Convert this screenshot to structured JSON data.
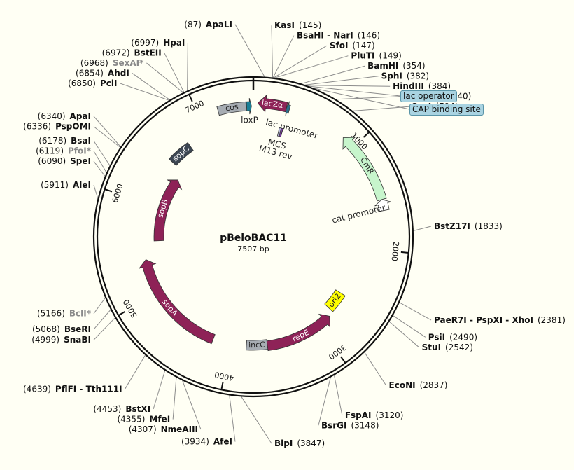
{
  "plasmid": {
    "name": "pBeloBAC11",
    "length_label": "7507 bp",
    "total_bp": 7507
  },
  "scale_ticks": [
    {
      "label": "1000",
      "bp": 1000
    },
    {
      "label": "2000",
      "bp": 2000
    },
    {
      "label": "3000",
      "bp": 3000
    },
    {
      "label": "4000",
      "bp": 4000
    },
    {
      "label": "5000",
      "bp": 5000
    },
    {
      "label": "6000",
      "bp": 6000
    },
    {
      "label": "7000",
      "bp": 7000
    }
  ],
  "features": [
    {
      "name": "cos",
      "start": 7180,
      "end": 7440,
      "strand": 0,
      "color": "#a7adb3",
      "label_color": "dark"
    },
    {
      "name": "loxP",
      "start": 7445,
      "end": 7490,
      "strand": 1,
      "color": "#1a7f96",
      "label": "outside"
    },
    {
      "name": "lacZα",
      "start": 40,
      "end": 300,
      "strand": -1,
      "color": "#8e2257",
      "label_color": "light"
    },
    {
      "name": "lac promoter",
      "start": 300,
      "end": 330,
      "strand": -1,
      "color": "#2d6e8a",
      "label": "outside"
    },
    {
      "name": "MCS",
      "start": 280,
      "end": 320,
      "strand": 0,
      "color": "#b9bcdc",
      "label": "mcs"
    },
    {
      "name": "M13 rev",
      "start": 300,
      "end": 320,
      "strand": 0,
      "color": "#7a3fa1",
      "label": "mcs"
    },
    {
      "name": "CmR",
      "start": 880,
      "end": 1540,
      "strand": -1,
      "color": "#c7f5cc",
      "label_color": "dark"
    },
    {
      "name": "cat promoter",
      "start": 1540,
      "end": 1640,
      "strand": -1,
      "color": "#ffffff",
      "label": "outside"
    },
    {
      "name": "ori2",
      "start": 2560,
      "end": 2780,
      "strand": 0,
      "color": "#ffff00",
      "label_color": "dark"
    },
    {
      "name": "repE",
      "start": 2840,
      "end": 3600,
      "strand": -1,
      "color": "#8e2257",
      "label_color": "light"
    },
    {
      "name": "incC",
      "start": 3600,
      "end": 3830,
      "strand": 0,
      "color": "#a7adb3",
      "label_color": "dark"
    },
    {
      "name": "sopA",
      "start": 4200,
      "end": 5380,
      "strand": 1,
      "color": "#8e2257",
      "label_color": "light"
    },
    {
      "name": "sopB",
      "start": 5580,
      "end": 6400,
      "strand": 1,
      "color": "#8e2257",
      "label_color": "light"
    },
    {
      "name": "sopC",
      "start": 6520,
      "end": 6780,
      "strand": 0,
      "color": "#3c4652",
      "label_color": "light"
    }
  ],
  "sites": [
    {
      "name": "ApaLI",
      "pos": "(87)",
      "bp": 87,
      "side": "left",
      "grey": false
    },
    {
      "name": "KasI",
      "pos": "(145)",
      "bp": 145,
      "side": "right",
      "grey": false
    },
    {
      "name": "BsaHI - NarI",
      "pos": "(146)",
      "bp": 146,
      "side": "right",
      "grey": false
    },
    {
      "name": "SfoI",
      "pos": "(147)",
      "bp": 147,
      "side": "right",
      "grey": false
    },
    {
      "name": "PluTI",
      "pos": "(149)",
      "bp": 149,
      "side": "right",
      "grey": false
    },
    {
      "name": "BamHI",
      "pos": "(354)",
      "bp": 354,
      "side": "right",
      "grey": false
    },
    {
      "name": "SphI",
      "pos": "(382)",
      "bp": 382,
      "side": "right",
      "grey": false
    },
    {
      "name": "HindIII",
      "pos": "(384)",
      "bp": 384,
      "side": "right",
      "grey": false
    },
    {
      "name": "SfiI - SrfI",
      "pos": "(640)",
      "bp": 640,
      "side": "right",
      "grey": false
    },
    {
      "name": "ScaI",
      "pos": "(794)",
      "bp": 794,
      "side": "right",
      "grey": false
    },
    {
      "name": "BstZ17I",
      "pos": "(1833)",
      "bp": 1833,
      "side": "right",
      "grey": false
    },
    {
      "name": "PaeR7I - PspXI - XhoI",
      "pos": "(2381)",
      "bp": 2381,
      "side": "right",
      "grey": false
    },
    {
      "name": "PsiI",
      "pos": "(2490)",
      "bp": 2490,
      "side": "right",
      "grey": false
    },
    {
      "name": "StuI",
      "pos": "(2542)",
      "bp": 2542,
      "side": "right",
      "grey": false
    },
    {
      "name": "EcoNI",
      "pos": "(2837)",
      "bp": 2837,
      "side": "right",
      "grey": false
    },
    {
      "name": "FspAI",
      "pos": "(3120)",
      "bp": 3120,
      "side": "right",
      "grey": false
    },
    {
      "name": "BsrGI",
      "pos": "(3148)",
      "bp": 3148,
      "side": "right",
      "grey": false
    },
    {
      "name": "BlpI",
      "pos": "(3847)",
      "bp": 3847,
      "side": "right",
      "grey": false
    },
    {
      "name": "AfeI",
      "pos": "(3934)",
      "bp": 3934,
      "side": "left",
      "grey": false
    },
    {
      "name": "NmeAIII",
      "pos": "(4307)",
      "bp": 4307,
      "side": "left",
      "grey": false
    },
    {
      "name": "MfeI",
      "pos": "(4355)",
      "bp": 4355,
      "side": "left",
      "grey": false
    },
    {
      "name": "BstXI",
      "pos": "(4453)",
      "bp": 4453,
      "side": "left",
      "grey": false
    },
    {
      "name": "PflFI - Tth111I",
      "pos": "(4639)",
      "bp": 4639,
      "side": "left",
      "grey": false
    },
    {
      "name": "SnaBI",
      "pos": "(4999)",
      "bp": 4999,
      "side": "left",
      "grey": false
    },
    {
      "name": "BseRI",
      "pos": "(5068)",
      "bp": 5068,
      "side": "left",
      "grey": false
    },
    {
      "name": "BclI*",
      "pos": "(5166)",
      "bp": 5166,
      "side": "left",
      "grey": true
    },
    {
      "name": "AleI",
      "pos": "(5911)",
      "bp": 5911,
      "side": "left",
      "grey": false
    },
    {
      "name": "SpeI",
      "pos": "(6090)",
      "bp": 6090,
      "side": "left",
      "grey": false
    },
    {
      "name": "PfoI*",
      "pos": "(6119)",
      "bp": 6119,
      "side": "left",
      "grey": true
    },
    {
      "name": "BsaI",
      "pos": "(6178)",
      "bp": 6178,
      "side": "left",
      "grey": false
    },
    {
      "name": "PspOMI",
      "pos": "(6336)",
      "bp": 6336,
      "side": "left",
      "grey": false
    },
    {
      "name": "ApaI",
      "pos": "(6340)",
      "bp": 6340,
      "side": "left",
      "grey": false
    },
    {
      "name": "PciI",
      "pos": "(6850)",
      "bp": 6850,
      "side": "left",
      "grey": false
    },
    {
      "name": "AhdI",
      "pos": "(6854)",
      "bp": 6854,
      "side": "left",
      "grey": false
    },
    {
      "name": "SexAI*",
      "pos": "(6968)",
      "bp": 6968,
      "side": "left",
      "grey": true
    },
    {
      "name": "BstEII",
      "pos": "(6972)",
      "bp": 6972,
      "side": "left",
      "grey": false
    },
    {
      "name": "HpaI",
      "pos": "(6997)",
      "bp": 6997,
      "side": "left",
      "grey": false
    }
  ],
  "boxed_sites": [
    {
      "name": "lac operator",
      "bp": 400
    },
    {
      "name": "CAP binding site",
      "bp": 430
    }
  ]
}
